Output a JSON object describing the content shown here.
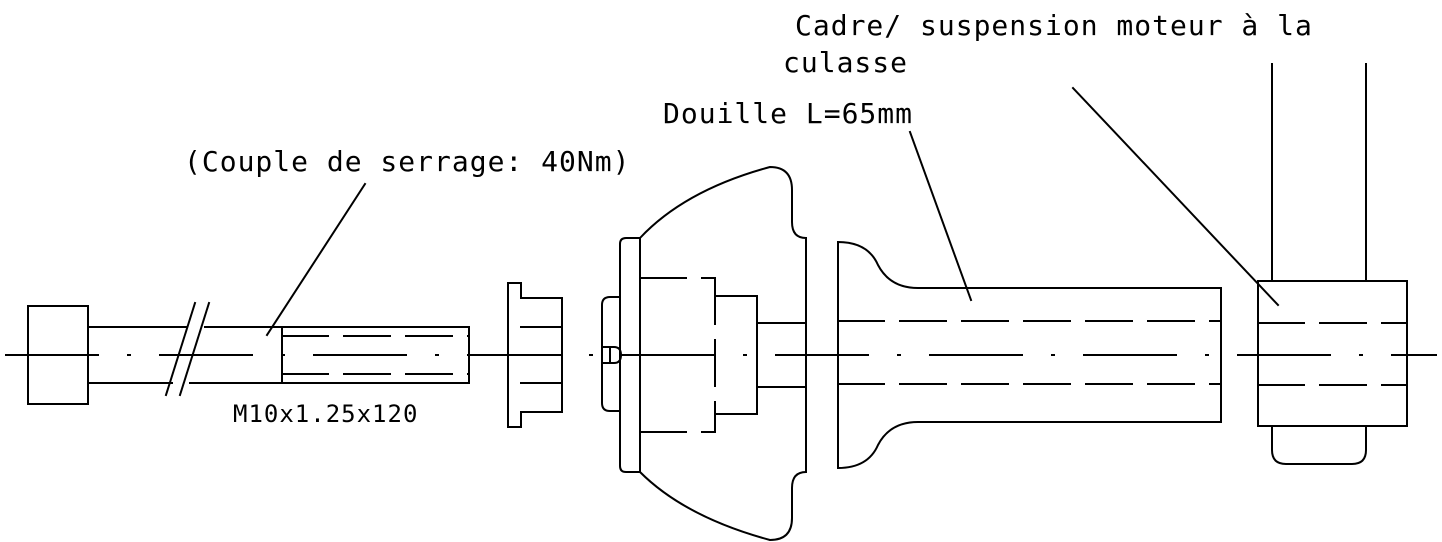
{
  "labels": {
    "frame_line1": "Cadre/ suspension moteur à la",
    "frame_line2": "culasse",
    "sleeve": "Douille L=65mm",
    "torque": "(Couple de serrage: 40Nm)",
    "bolt_spec": "M10x1.25x120"
  },
  "colors": {
    "line": "#000000",
    "background": "#ffffff"
  }
}
